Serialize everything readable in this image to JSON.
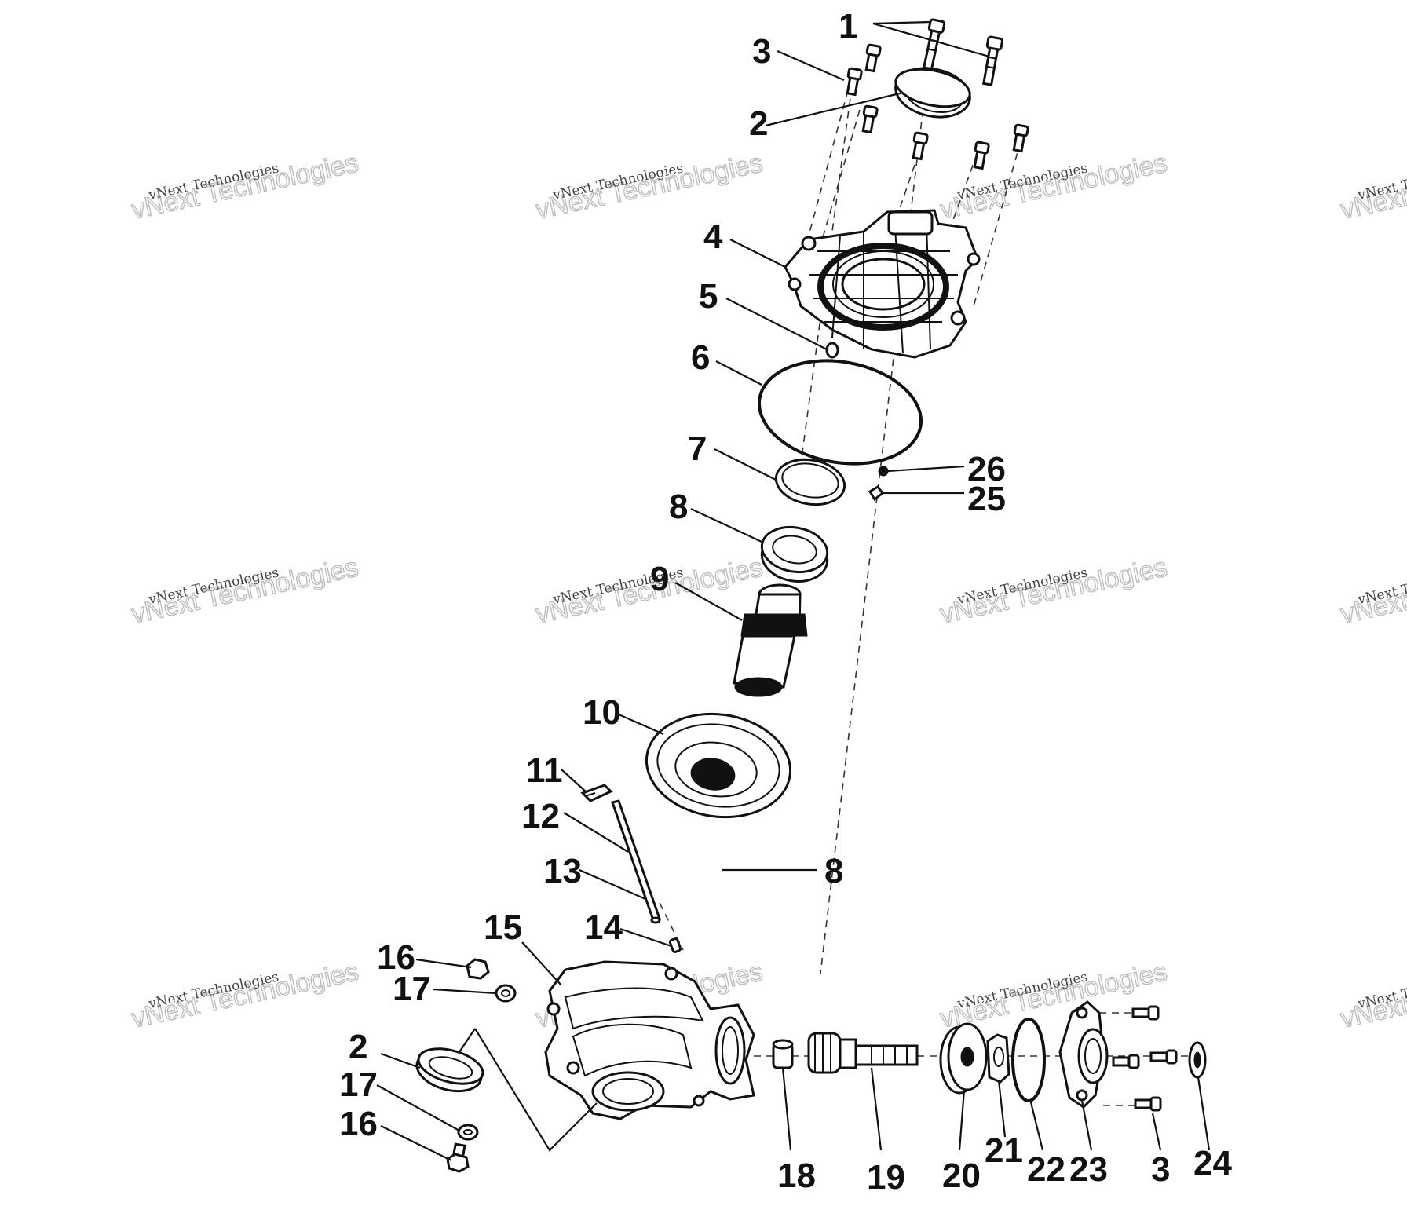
{
  "callouts": [
    "1",
    "2",
    "3",
    "4",
    "5",
    "6",
    "7",
    "8",
    "9",
    "10",
    "11",
    "12",
    "13",
    "14",
    "15",
    "16",
    "17",
    "2",
    "17",
    "16",
    "8",
    "26",
    "25",
    "18",
    "19",
    "20",
    "21",
    "22",
    "23",
    "3",
    "24"
  ],
  "watermark": {
    "line1": "vNext Technologies",
    "line2": "vNext Technologies"
  }
}
